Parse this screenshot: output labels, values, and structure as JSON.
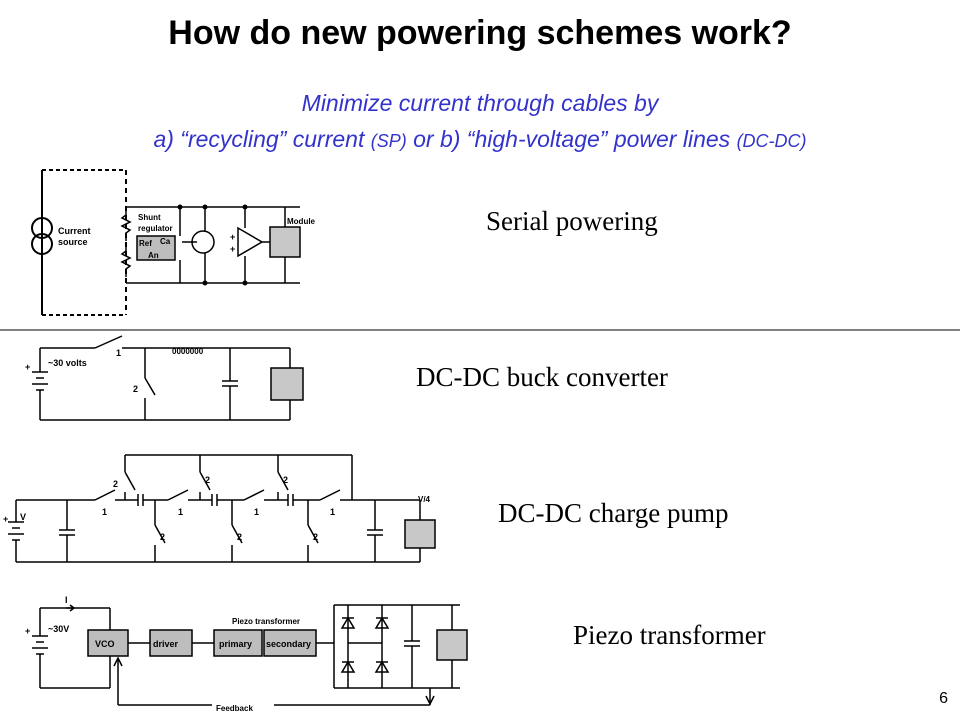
{
  "title": "How do new powering schemes work?",
  "subtitle": {
    "line1": "Minimize current through cables by",
    "line2_a": "a) “recycling” current ",
    "line2_a_tag": "(SP)",
    "line2_b": " or  b) “high-voltage” power lines ",
    "line2_b_tag": "(DC-DC)"
  },
  "schemes": {
    "serial": "Serial powering",
    "buck": "DC-DC buck converter",
    "pump": "DC-DC charge pump",
    "piezo": "Piezo transformer"
  },
  "serial_diagram": {
    "current_source_line1": "Current",
    "current_source_line2": "source",
    "shunt_line1": "Shunt",
    "shunt_line2": "regulator",
    "ref": "Ref",
    "ca": "Ca",
    "an": "An",
    "module": "Module"
  },
  "buck_diagram": {
    "plus": "+",
    "voltage": "~30 volts",
    "switch1": "1",
    "switch2": "2",
    "inductor": "0000000"
  },
  "pump_diagram": {
    "plus": "+",
    "voltage": "V",
    "output": "V/4",
    "switch1": "1",
    "switch2": "2"
  },
  "piezo_diagram": {
    "plus": "+",
    "current": "I",
    "voltage": "~30V",
    "vco": "VCO",
    "driver": "driver",
    "transformer": "Piezo transformer",
    "primary": "primary",
    "secondary": "secondary",
    "feedback": "Feedback"
  },
  "page_number": "6"
}
